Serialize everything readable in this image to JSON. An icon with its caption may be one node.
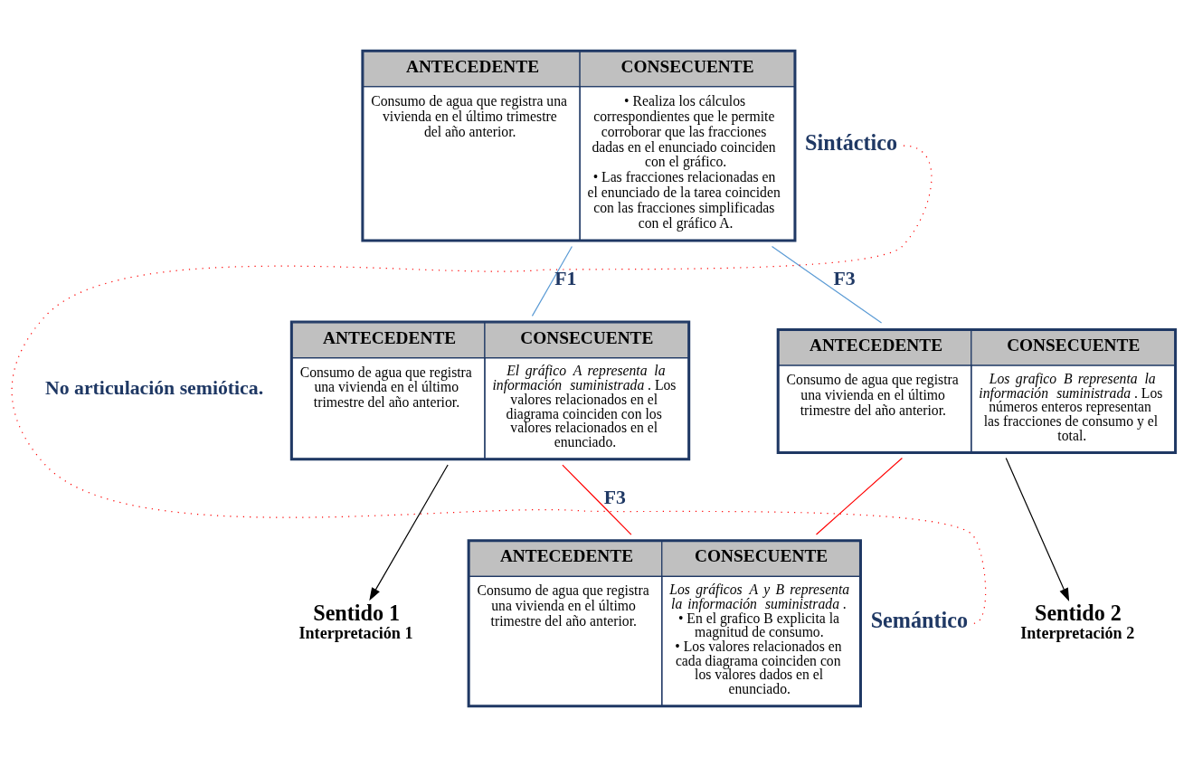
{
  "diagram": {
    "nodes": [
      {
        "text": [
          "ANTECEDENTE",
          "CONSECUENTE",
          "Consumo de agua que registra una vivienda en el último trimestre del año anterior.",
          "• Realiza los cálculos correspondientes que le permite corroborar que las fracciones dadas en el enunciado coinciden con el gráfico.",
          "• Las fracciones relacionadas en el enunciado de la tarea coinciden con las fracciones simplificadas con el gráfico A."
        ],
        "beside": [
          "Sintáctico"
        ]
      },
      {
        "text": [
          "ANTECEDENTE",
          "CONSECUENTE",
          "Consumo de agua que registra una vivienda en el último trimestre del año anterior.",
          "*El gráfico A representa la información suministrada*. Los valores relacionados en el diagrama coinciden con los valores relacionados en el enunciado."
        ]
      },
      {
        "text": [
          "ANTECEDENTE",
          "CONSECUENTE",
          "Consumo de agua que registra una vivienda en el último trimestre del año anterior.",
          "*Los grafico B representa la información suministrada*. Los números enteros representan las fracciones de consumo y el total."
        ]
      },
      {
        "text": [
          "ANTECEDENTE",
          "CONSECUENTE",
          "Consumo de agua que registra una vivienda en el último trimestre del año anterior.",
          "*Los gráficos A y B representa la información suministrada*.",
          "• En el grafico B explicita la magnitud de consumo.",
          "• Los valores relacionados en cada diagrama coinciden con los valores dados en el enunciado."
        ],
        "beside": [
          "Semántico"
        ]
      },
      {
        "text": [
          "Sentido 1",
          "Interpretación 1"
        ]
      },
      {
        "text": [
          "Sentido 2",
          "Interpretación 2"
        ]
      }
    ],
    "edges": [
      {
        "from": 0,
        "to": 1,
        "arrow": "none",
        "label": "F1",
        "color": "#5b9bd5"
      },
      {
        "from": 0,
        "to": 2,
        "arrow": "none",
        "label": "F3",
        "color": "#5b9bd5"
      },
      {
        "from": 1,
        "to": 3,
        "arrow": "none",
        "label": "F3",
        "color": "#ff0000"
      },
      {
        "from": 2,
        "to": 3,
        "arrow": "none",
        "color": "#ff0000"
      },
      {
        "from": 1,
        "to": 4,
        "arrow": "to",
        "color": "#000000"
      },
      {
        "from": 2,
        "to": 5,
        "arrow": "to",
        "color": "#000000"
      },
      {
        "from": 0,
        "to": 3,
        "arrow": "none",
        "label": "No articulación semiótica.",
        "style": "dashed",
        "color": "#ff0000"
      }
    ]
  }
}
